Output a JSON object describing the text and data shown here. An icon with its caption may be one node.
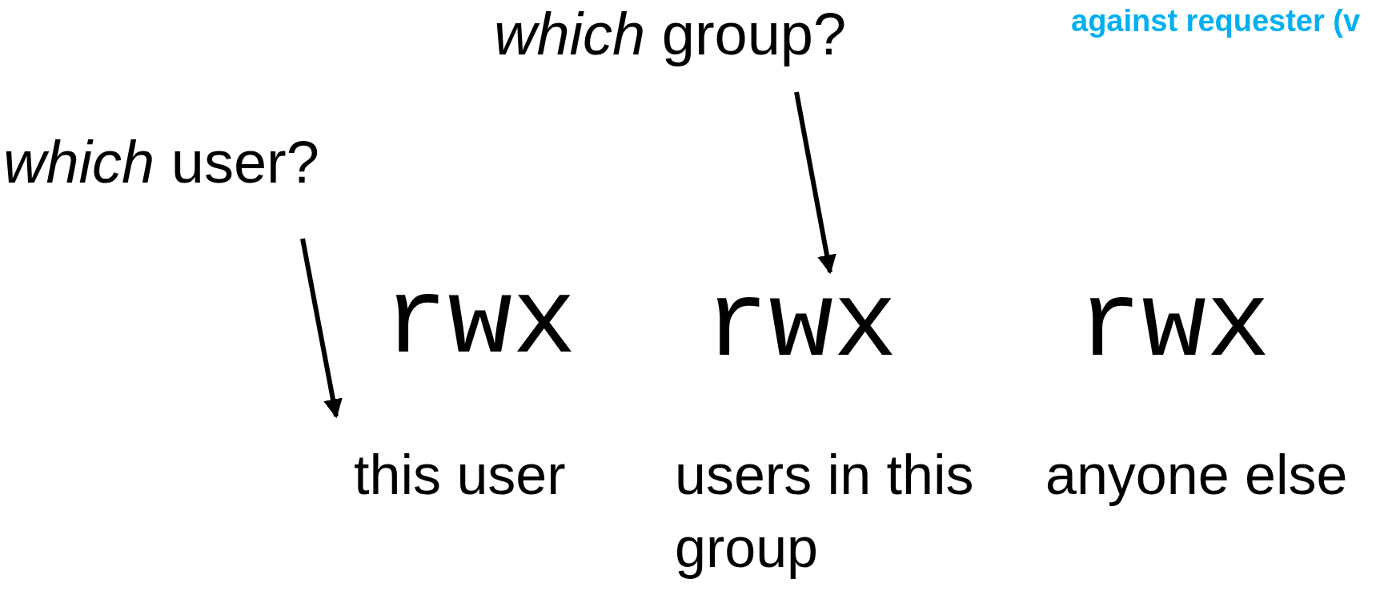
{
  "diagram": {
    "nodes": [
      {
        "text": [
          "*which* user?"
        ]
      },
      {
        "text": [
          "*which* group?"
        ]
      },
      {
        "text": [
          "rwx"
        ]
      },
      {
        "text": [
          "rwx"
        ]
      },
      {
        "text": [
          "rwx"
        ]
      }
    ],
    "edges": [
      {
        "from": 0,
        "to": 2,
        "arrow": "to"
      },
      {
        "from": 1,
        "to": 3,
        "arrow": "to"
      }
    ],
    "labels": [
      "against requester (v",
      "this user",
      "users in this group",
      "anyone else"
    ]
  }
}
